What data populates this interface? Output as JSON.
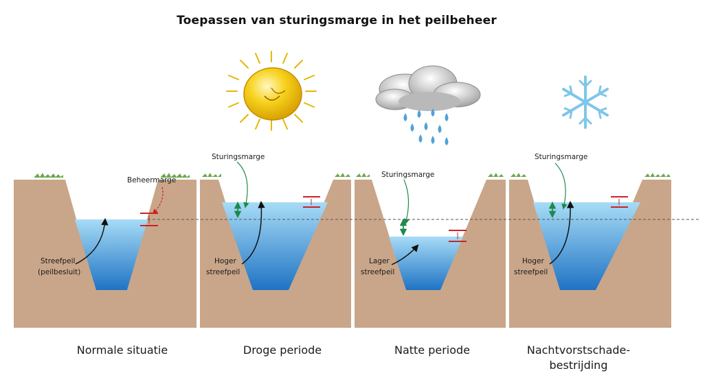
{
  "title": "Toepassen van sturingsmarge in het peilbeheer",
  "colors": {
    "ground": "#c9a68a",
    "water_top": "#a7dcf6",
    "water_bottom": "#1f73c4",
    "grass": "#6aa84f",
    "marge_red": "#cc2127",
    "sturing_green": "#1d8a4a",
    "sun": "#f3c400",
    "snow": "#7fc6ea",
    "rain": "#4fa3d8"
  },
  "icons": [
    "sun-icon",
    "rain-cloud-icon",
    "snowflake-icon"
  ],
  "panels": [
    {
      "caption": "Normale situatie",
      "marge_label": "Beheermarge",
      "peil_label_line1": "Streefpeil",
      "peil_label_line2": "(peilbesluit)"
    },
    {
      "caption": "Droge periode",
      "marge_label": "Sturingsmarge",
      "peil_label_line1": "Hoger",
      "peil_label_line2": "streefpeil"
    },
    {
      "caption": "Natte periode",
      "marge_label": "Sturingsmarge",
      "peil_label_line1": "Lager",
      "peil_label_line2": "streefpeil"
    },
    {
      "caption_line1": "Nachtvorstschade-",
      "caption_line2": "bestrijding",
      "marge_label": "Sturingsmarge",
      "peil_label_line1": "Hoger",
      "peil_label_line2": "streefpeil"
    }
  ]
}
